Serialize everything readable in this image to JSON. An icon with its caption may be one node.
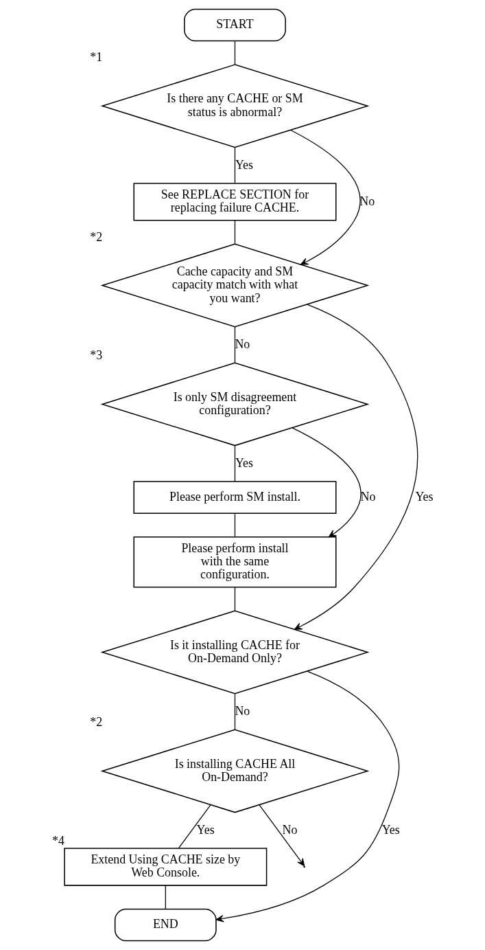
{
  "diagram": {
    "nodes": [
      {
        "text": [
          "START"
        ]
      },
      {
        "text": [
          "Is there any CACHE or SM status is abnormal?"
        ],
        "beside": [
          "*1"
        ]
      },
      {
        "text": [
          "See REPLACE SECTION for replacing failure CACHE."
        ]
      },
      {
        "text": [
          "Cache capacity and SM capacity match with what you want?"
        ],
        "beside": [
          "*2"
        ]
      },
      {
        "text": [
          "Is only SM disagreement configuration?"
        ],
        "beside": [
          "*3"
        ]
      },
      {
        "text": [
          "Please perform SM install."
        ]
      },
      {
        "text": [
          "Please perform install with the same configuration."
        ]
      },
      {
        "text": [
          "Is it installing CACHE for On-Demand Only?"
        ]
      },
      {
        "text": [
          "Is installing CACHE All On-Demand?"
        ],
        "beside": [
          "*2"
        ]
      },
      {
        "text": [
          "Extend Using CACHE size by Web Console."
        ],
        "beside": [
          "*4"
        ]
      },
      {
        "text": [
          "END"
        ]
      }
    ],
    "edges": [
      {
        "from": 0,
        "to": 1,
        "arrow": "none"
      },
      {
        "from": 1,
        "to": 2,
        "arrow": "none",
        "label": "Yes"
      },
      {
        "from": 1,
        "to": 3,
        "arrow": "to",
        "label": "No"
      },
      {
        "from": 2,
        "to": 3,
        "arrow": "none"
      },
      {
        "from": 3,
        "to": 4,
        "arrow": "none",
        "label": "No"
      },
      {
        "from": 3,
        "to": 7,
        "arrow": "to",
        "label": "Yes"
      },
      {
        "from": 4,
        "to": 5,
        "arrow": "none",
        "label": "Yes"
      },
      {
        "from": 4,
        "to": 6,
        "arrow": "to",
        "label": "No"
      },
      {
        "from": 5,
        "to": 6,
        "arrow": "none"
      },
      {
        "from": 6,
        "to": 7,
        "arrow": "none"
      },
      {
        "from": 7,
        "to": 8,
        "arrow": "none",
        "label": "No"
      },
      {
        "from": 7,
        "to": 10,
        "arrow": "to",
        "label": "Yes"
      },
      {
        "from": 8,
        "to": 9,
        "arrow": "none",
        "label": "Yes"
      },
      {
        "from": 8,
        "to": null,
        "arrow": "to",
        "label": "No"
      },
      {
        "from": 9,
        "to": 10,
        "arrow": "none"
      }
    ]
  }
}
